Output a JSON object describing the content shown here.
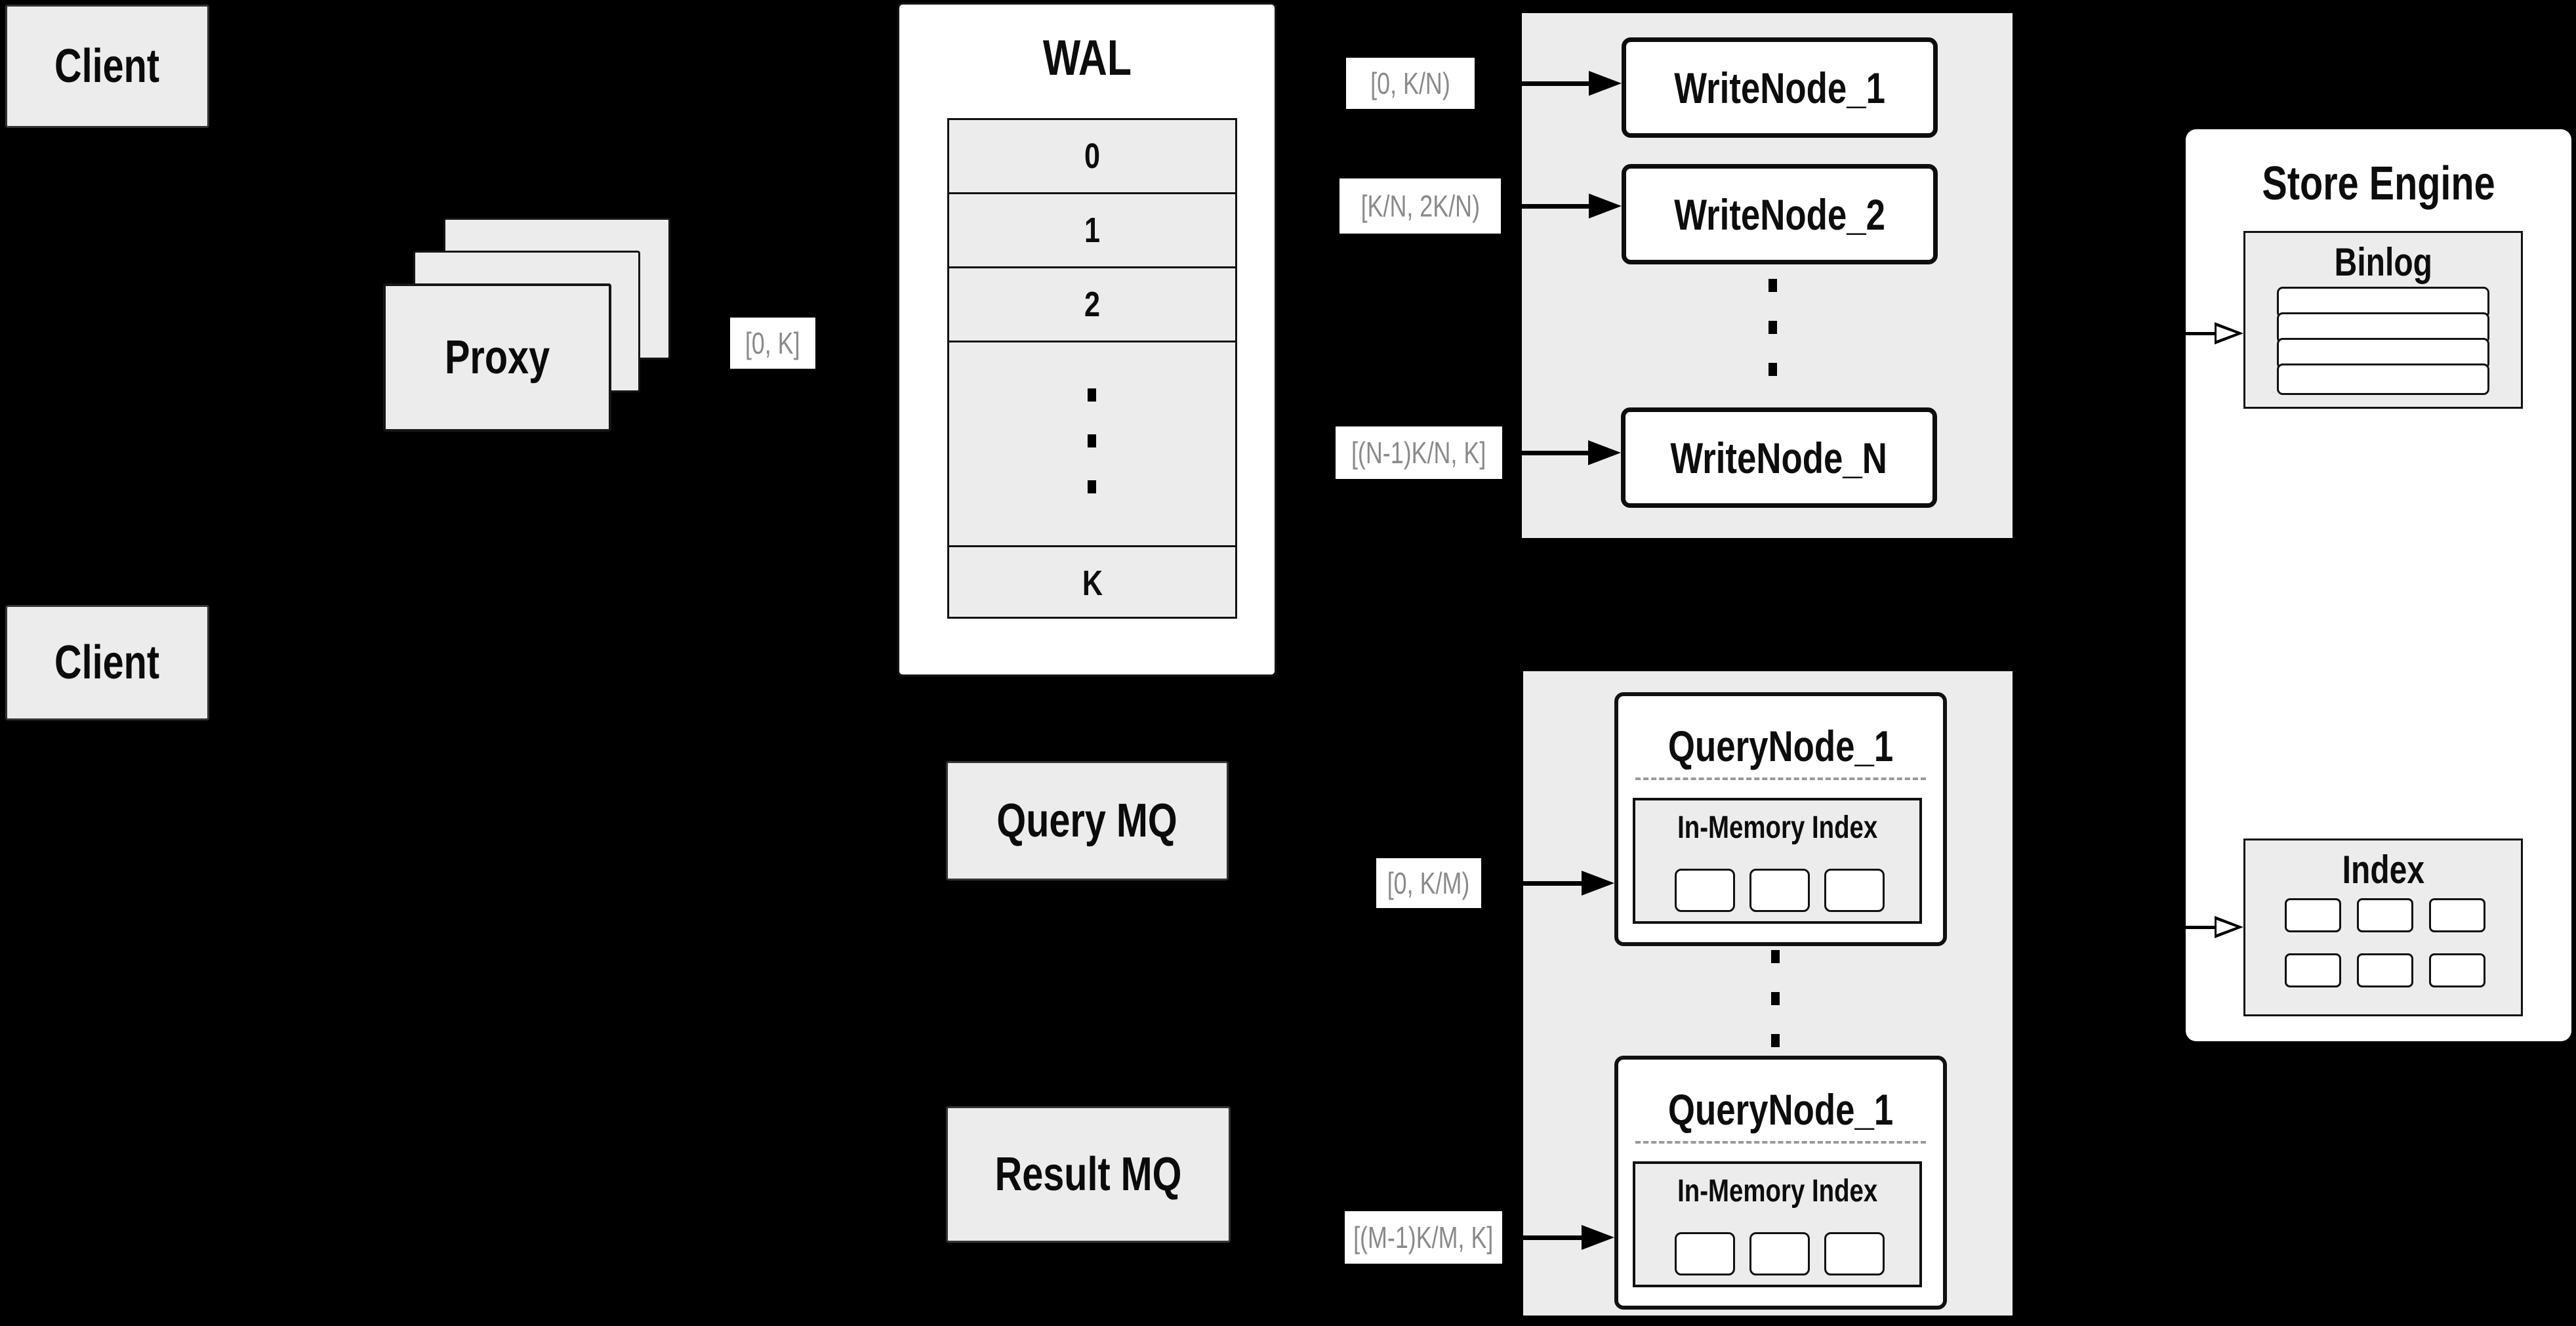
{
  "colors": {
    "background": "#000000",
    "panel_gray": "#ececec",
    "surface_white": "#ffffff",
    "line_black": "#0d0d0d",
    "muted_label_text": "#8a8a8a"
  },
  "clients": {
    "top_label": "Client",
    "bottom_label": "Client"
  },
  "proxy": {
    "label": "Proxy",
    "range_out": "[0, K]"
  },
  "wal": {
    "title": "WAL",
    "segments": [
      "0",
      "1",
      "2"
    ],
    "last_segment": "K"
  },
  "write_nodes": {
    "node1": {
      "range": "[0, K/N)",
      "label": "WriteNode_1"
    },
    "node2": {
      "range": "[K/N, 2K/N)",
      "label": "WriteNode_2"
    },
    "nodeN": {
      "range": "[(N-1)K/N, K]",
      "label": "WriteNode_N"
    }
  },
  "mq": {
    "query": "Query MQ",
    "result": "Result MQ"
  },
  "query_nodes": {
    "node1": {
      "range": "[0, K/M)",
      "label": "QueryNode_1",
      "inner_title": "In-Memory Index"
    },
    "node2": {
      "range": "[(M-1)K/M, K]",
      "label": "QueryNode_1",
      "inner_title": "In-Memory Index"
    }
  },
  "store_engine": {
    "title": "Store Engine",
    "binlog_title": "Binlog",
    "index_title": "Index"
  }
}
